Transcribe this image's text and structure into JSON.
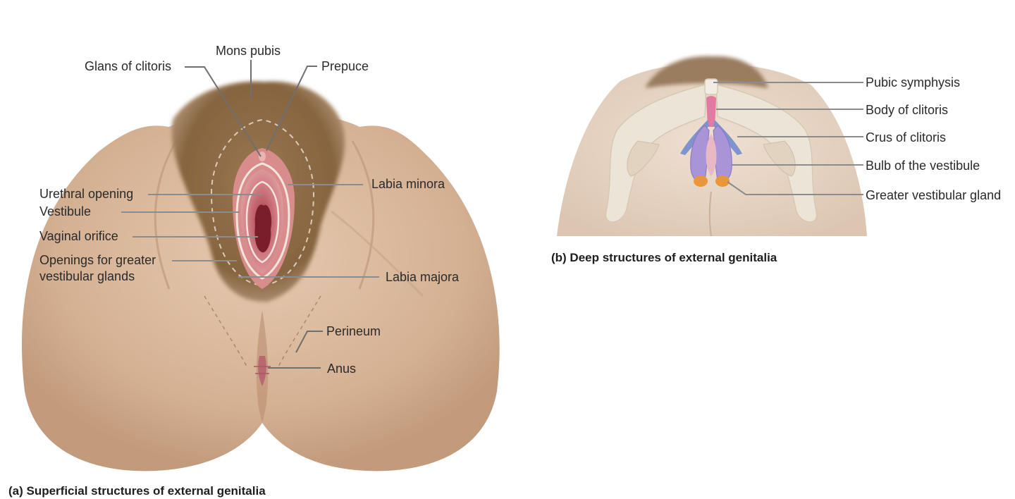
{
  "panel_a": {
    "caption": "(a) Superficial structures of external genitalia",
    "labels": {
      "mons_pubis": "Mons pubis",
      "glans_of_clitoris": "Glans of clitoris",
      "prepuce": "Prepuce",
      "labia_minora": "Labia minora",
      "urethral_opening": "Urethral opening",
      "vestibule": "Vestibule",
      "vaginal_orifice": "Vaginal orifice",
      "openings_line1": "Openings for greater",
      "openings_line2": "vestibular glands",
      "labia_majora": "Labia majora",
      "perineum": "Perineum",
      "anus": "Anus"
    }
  },
  "panel_b": {
    "caption": "(b) Deep structures of external genitalia",
    "labels": {
      "pubic_symphysis": "Pubic symphysis",
      "body_of_clitoris": "Body of clitoris",
      "crus_of_clitoris": "Crus of clitoris",
      "bulb_of_vestibule": "Bulb of the vestibule",
      "greater_vestibular_gland": "Greater vestibular gland"
    }
  },
  "colors": {
    "skin": "#d9b89c",
    "skin_shadow": "#c49a7c",
    "hair": "#8a6a4a",
    "mucosa": "#c9707a",
    "clitoris": "#d88aa8",
    "bulb": "#9c8ad0",
    "gland": "#e8963a",
    "bone": "#e9e1d2"
  }
}
